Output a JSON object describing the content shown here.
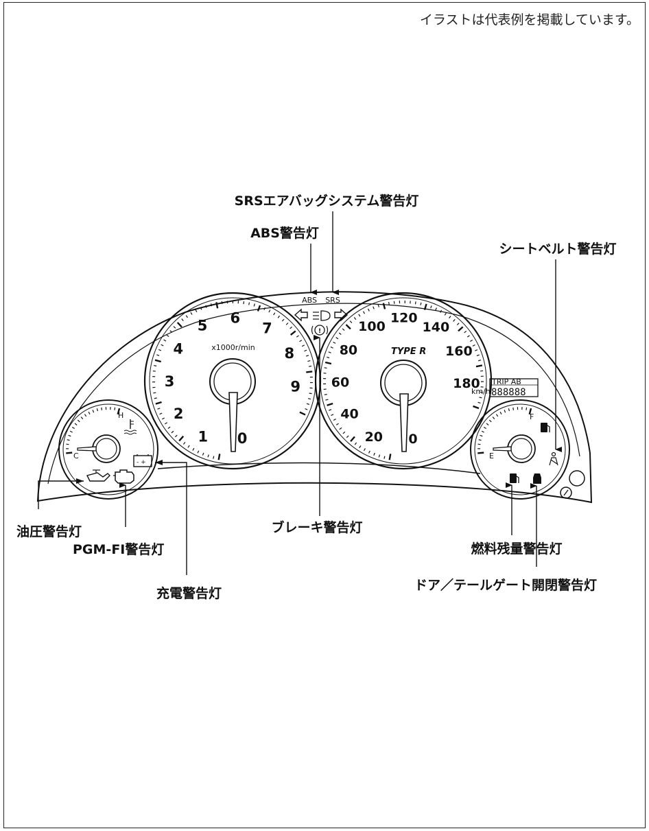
{
  "note": "イラストは代表例を掲載しています。",
  "labels": {
    "srs": "SRSエアバッグシステム警告灯",
    "abs": "ABS警告灯",
    "seatbelt": "シートベルト警告灯",
    "oil": "油圧警告灯",
    "pgmfi": "PGM-FI警告灯",
    "charge": "充電警告灯",
    "brake": "ブレーキ警告灯",
    "fuel": "燃料残量警告灯",
    "door": "ドア／テールゲート開閉警告灯"
  },
  "cluster": {
    "abs_text": "ABS",
    "srs_text": "SRS",
    "tach_unit": "x1000r/min",
    "speed_unit": "km/h",
    "type_r": "TYPE R",
    "trip_label": "TRIP AB",
    "odometer": "888888",
    "tach_numbers": [
      "1",
      "2",
      "3",
      "4",
      "5",
      "6",
      "7",
      "8",
      "9",
      "0"
    ],
    "speed_numbers": [
      "20",
      "40",
      "60",
      "80",
      "100",
      "120",
      "140",
      "160",
      "180",
      "0"
    ],
    "temp_h": "H",
    "temp_c": "C",
    "fuel_f": "F",
    "fuel_e": "E"
  }
}
